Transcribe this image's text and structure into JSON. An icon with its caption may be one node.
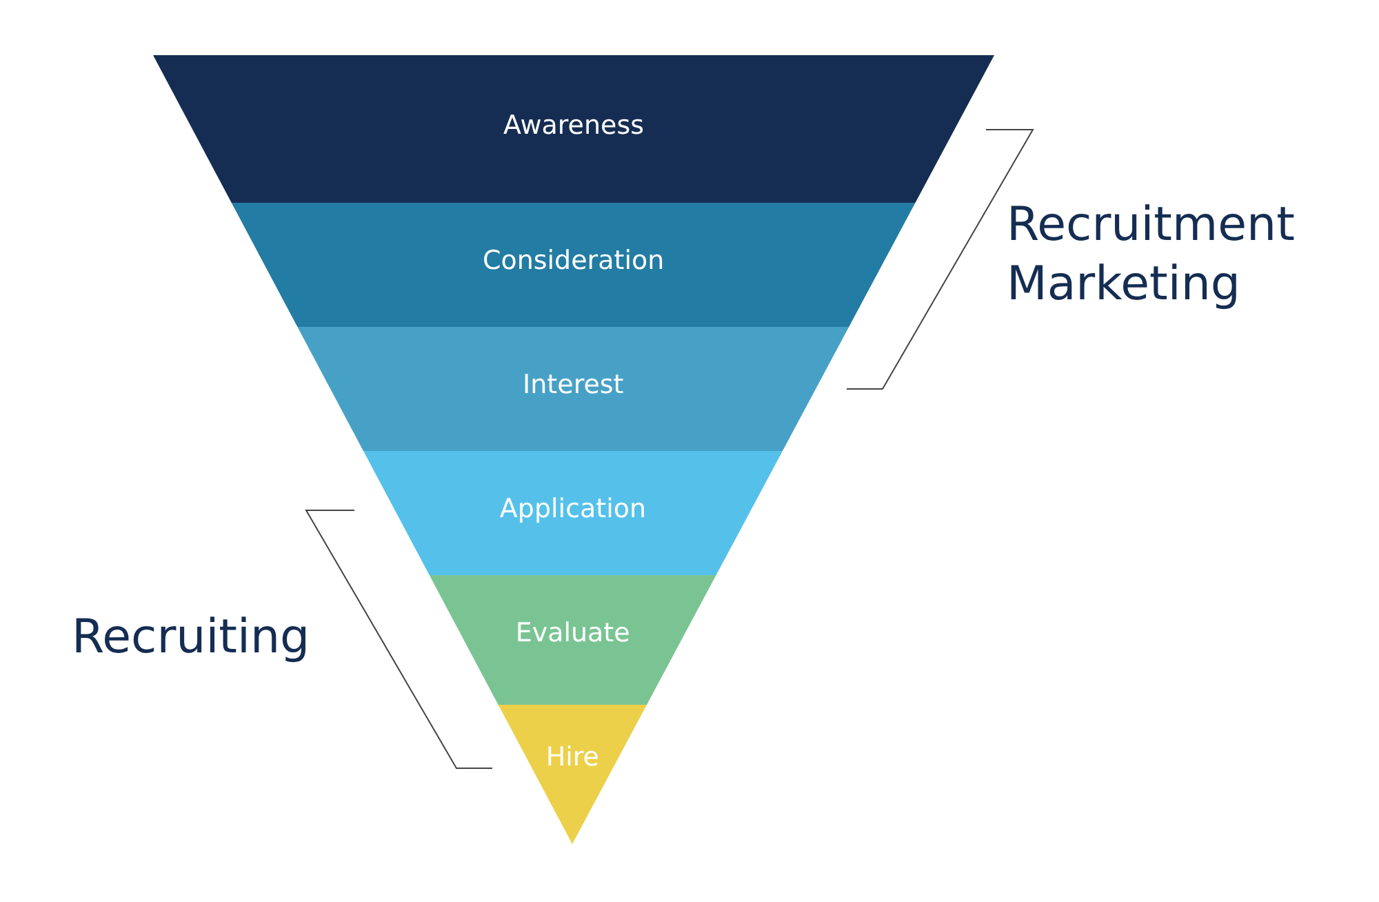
{
  "diagram": {
    "nodes": [
      {
        "text": [
          "Awareness"
        ]
      },
      {
        "text": [
          "Consideration"
        ]
      },
      {
        "text": [
          "Interest"
        ]
      },
      {
        "text": [
          "Application"
        ]
      },
      {
        "text": [
          "Evaluate"
        ]
      },
      {
        "text": [
          "Hire"
        ]
      }
    ],
    "labels": [
      "Recruitment Marketing",
      "Recruiting"
    ]
  }
}
